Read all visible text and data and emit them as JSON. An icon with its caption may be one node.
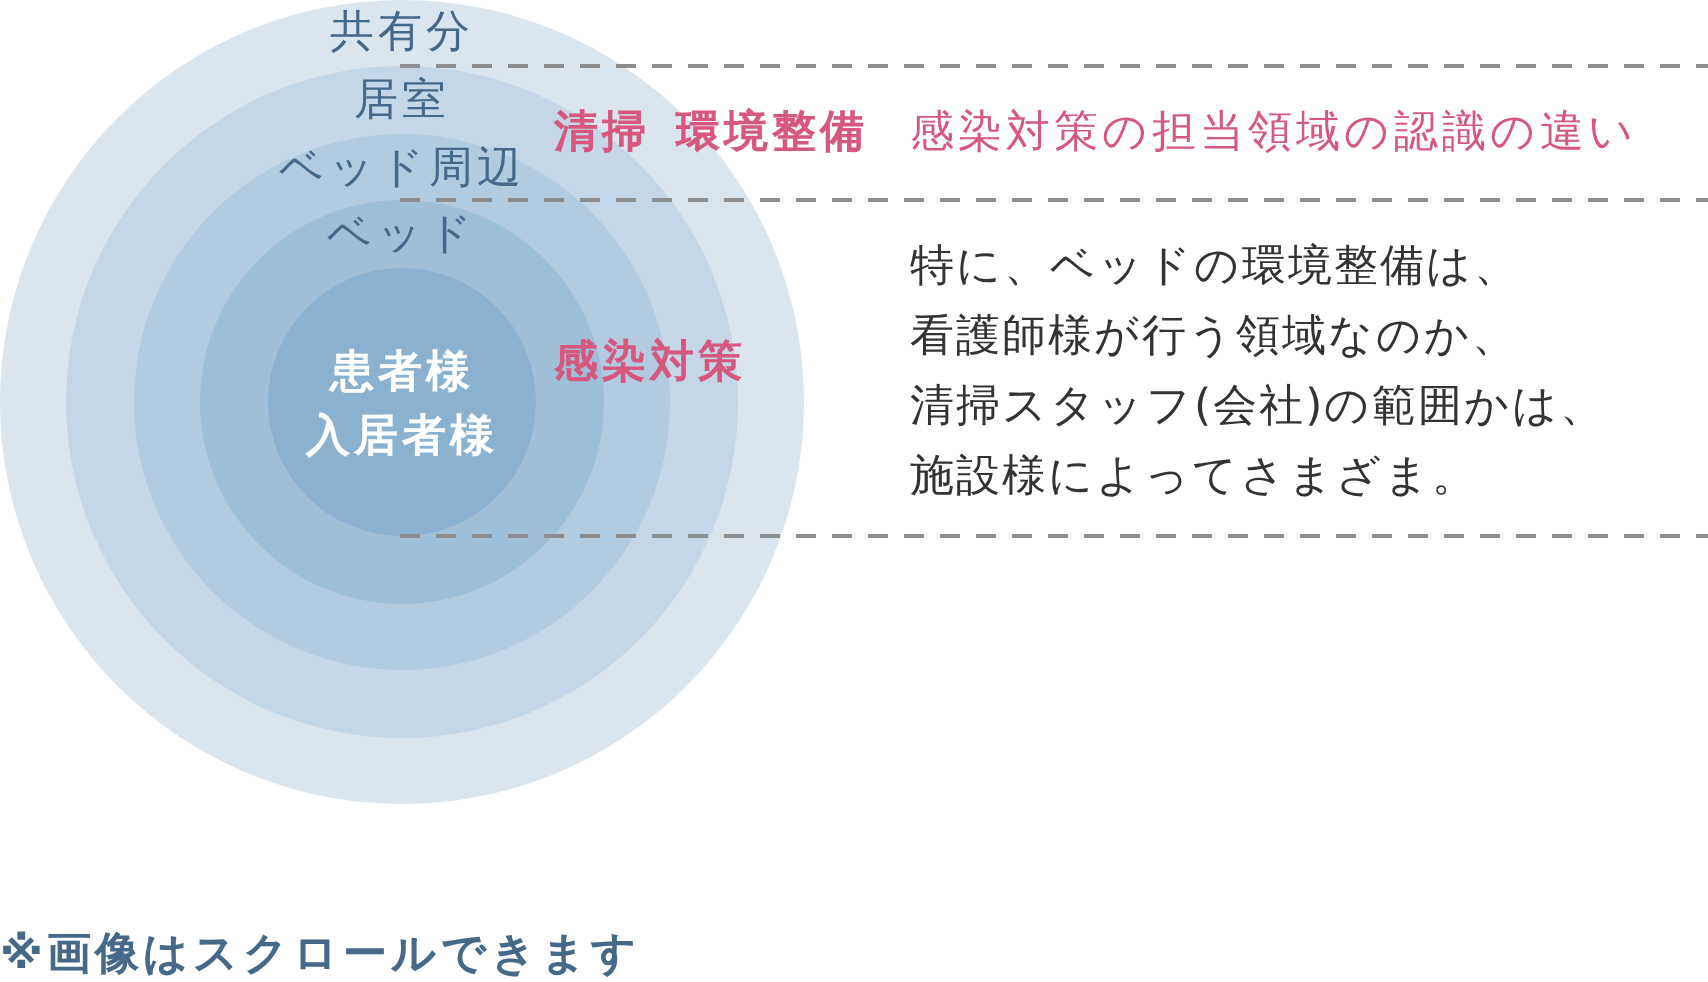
{
  "diagram": {
    "nodes": [
      {
        "text": [
          "共有分"
        ]
      },
      {
        "text": [
          "居室"
        ],
        "in": 0
      },
      {
        "text": [
          "ベッド周辺"
        ],
        "in": 1
      },
      {
        "text": [
          "ベッド"
        ],
        "in": 2
      },
      {
        "text": [
          "患者様",
          "入居者様"
        ],
        "in": 3
      }
    ],
    "labels": [
      "清掃",
      "環境整備",
      "感染対策の担当領域の認識の違い",
      "感染対策",
      "特に、ベッドの環境整備は、看護師様が行う領域なのか、清掃スタッフ(会社)の範囲かは、施設様によってさまざま。",
      "※画像はスクロールできます"
    ]
  }
}
